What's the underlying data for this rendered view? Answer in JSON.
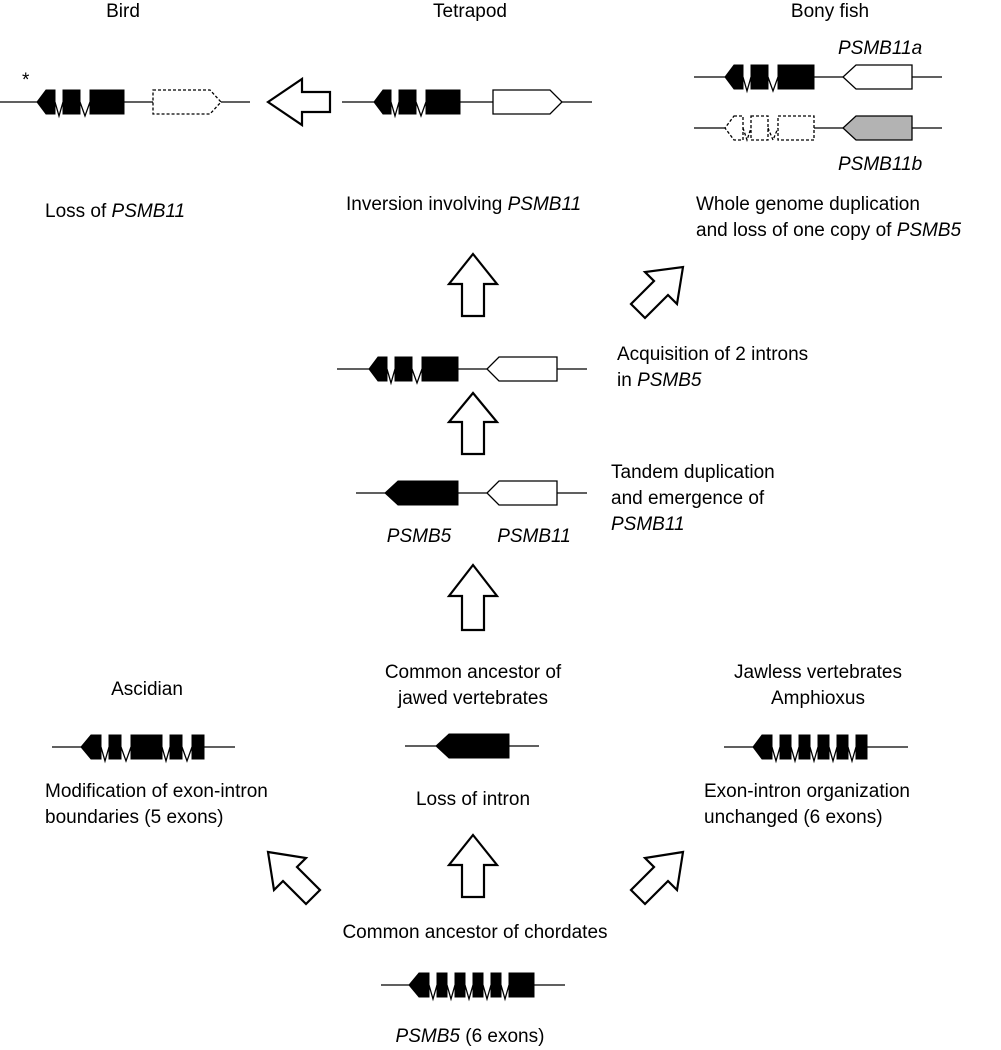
{
  "nodes": {
    "bird": {
      "name": "Bird",
      "event": "Loss of ",
      "gene": "PSMB11"
    },
    "tetrapod": {
      "name": "Tetrapod",
      "event": "Inversion involving ",
      "gene": "PSMB11"
    },
    "bony_fish": {
      "name": "Bony fish",
      "gene_a": "PSMB11a",
      "gene_b": "PSMB11b",
      "event_line1": "Whole genome duplication",
      "event_line2": "and loss of one copy of ",
      "event_gene": "PSMB5"
    },
    "introns": {
      "event_line1": "Acquisition of 2 introns",
      "event_line2_prefix": "in ",
      "event_line2_gene": "PSMB5"
    },
    "tandem": {
      "event_line1": "Tandem duplication",
      "event_line2": "and emergence of",
      "event_line3_gene": "PSMB11",
      "label_left": "PSMB5",
      "label_right": "PSMB11"
    },
    "jawed": {
      "name_line1": "Common ancestor of",
      "name_line2": "jawed vertebrates",
      "event": "Loss of intron"
    },
    "ascidian": {
      "name": "Ascidian",
      "event_line1": "Modification of exon-intron",
      "event_line2": "boundaries (5 exons)"
    },
    "jawless": {
      "name_line1": "Jawless vertebrates",
      "name_line2": "Amphioxus",
      "event_line1": "Exon-intron organization",
      "event_line2": "unchanged (6 exons)"
    },
    "chordates": {
      "name": "Common ancestor of chordates",
      "gene": "PSMB5",
      "gene_suffix": " (6 exons)"
    }
  },
  "annotations": {
    "asterisk": "*"
  },
  "colors": {
    "exon": "#000000",
    "psmb11b_exon": "#b3b3b3",
    "background": "#ffffff"
  }
}
